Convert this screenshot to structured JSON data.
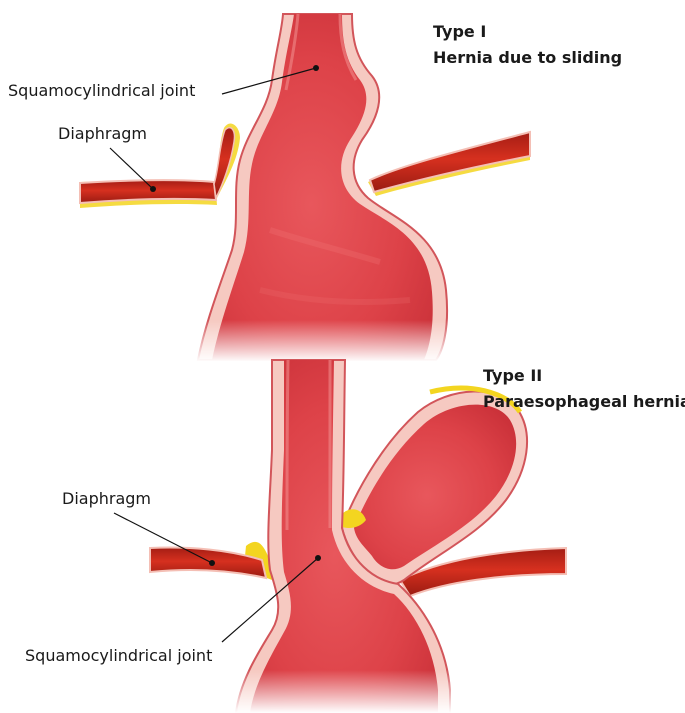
{
  "panel_top": {
    "title_line1": "Type I",
    "title_line2": "Hernia due to sliding",
    "label_joint": "Squamocylindrical joint",
    "label_diaphragm": "Diaphragm"
  },
  "panel_bottom": {
    "title_line1": "Type II",
    "title_line2": "Paraesophageal hernia",
    "label_diaphragm": "Diaphragm",
    "label_joint": "Squamocylindrical joint"
  },
  "colors": {
    "tissue_fill": "#e0484f",
    "tissue_light": "#f07a7a",
    "wall": "#f6c4bd",
    "wall_edge": "#c7383d",
    "muscle": "#c7281d",
    "muscle_dark": "#8e1a12",
    "fat": "#f3d520"
  }
}
